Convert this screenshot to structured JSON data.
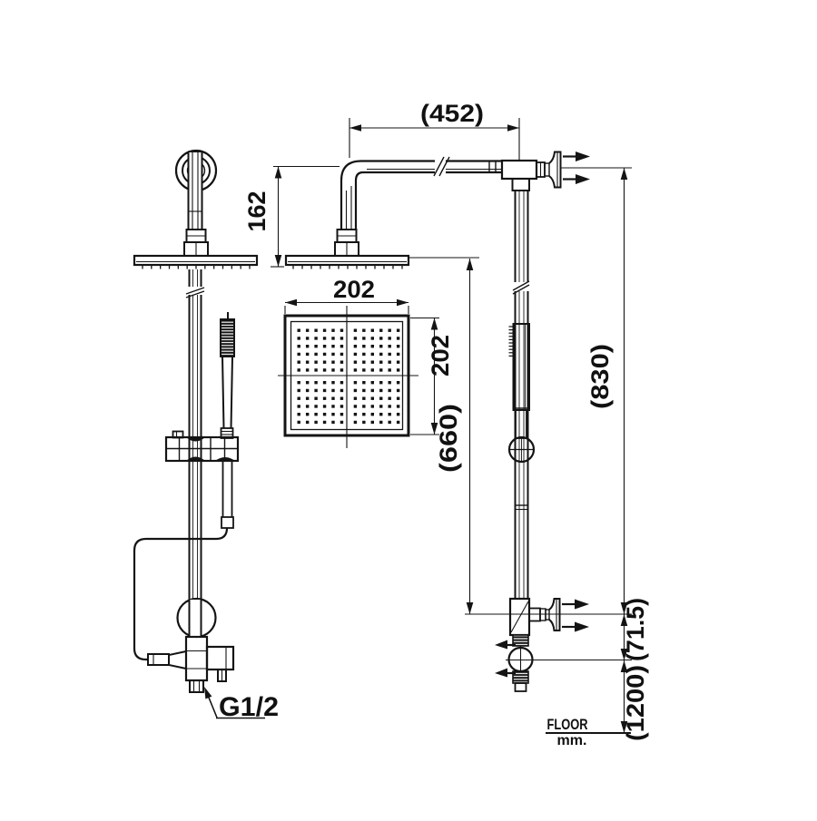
{
  "drawing": {
    "dimensions": {
      "arm_length": "(452)",
      "head_drop": "162",
      "head_width": "202",
      "head_height": "202",
      "head_to_inlet": "(660)",
      "arm_to_inlet": "(830)",
      "inlet_to_valve": "(71.5)",
      "valve_to_floor": "(1200)"
    },
    "labels": {
      "inlet_thread": "G1/2",
      "floor": "FLOOR",
      "unit": "mm."
    },
    "colors": {
      "line": "#141414",
      "background": "#ffffff"
    },
    "head_face": {
      "cols": 12,
      "rows": 12
    }
  }
}
